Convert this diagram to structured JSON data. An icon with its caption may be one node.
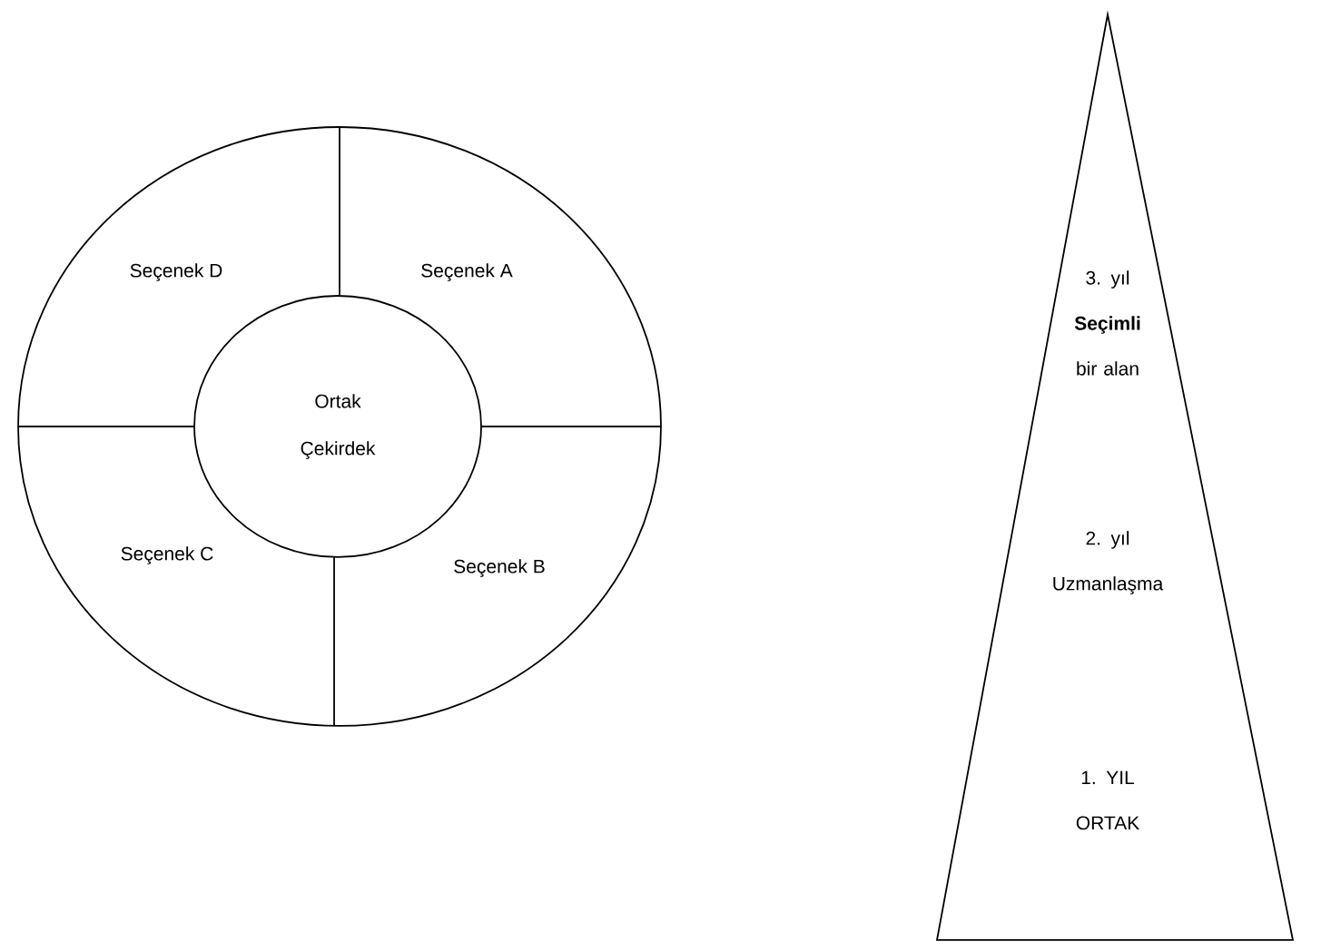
{
  "diagram": {
    "nodes": [
      {
        "text": [],
        "shape": "circle"
      },
      {
        "text": [
          "Ortak Çekirdek"
        ],
        "in": 0
      },
      {
        "text": [
          "3. yıl **Seçimli** bir alan",
          "2. yıl Uzmanlaşma",
          "1. YIL ORTAK"
        ]
      }
    ],
    "edges": [],
    "labels": [
      "Seçenek D",
      "Seçenek A",
      "Seçenek C",
      "Seçenek B"
    ]
  }
}
